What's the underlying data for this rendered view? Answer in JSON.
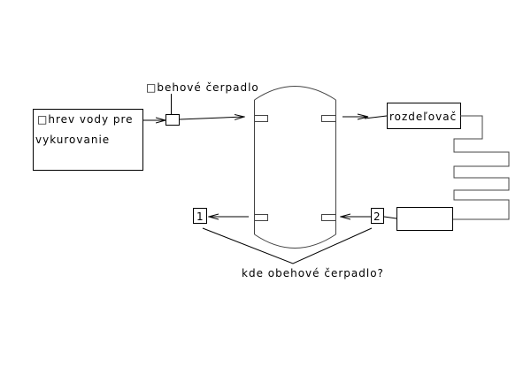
{
  "labels": {
    "heater": [
      "□hrev vody pre",
      "vykurovanie"
    ],
    "pump": "□behové čerpadlo",
    "distributor": "rozdeľovač",
    "port_1": "1",
    "port_2": "2",
    "question": "kde obehové čerpadlo?"
  }
}
